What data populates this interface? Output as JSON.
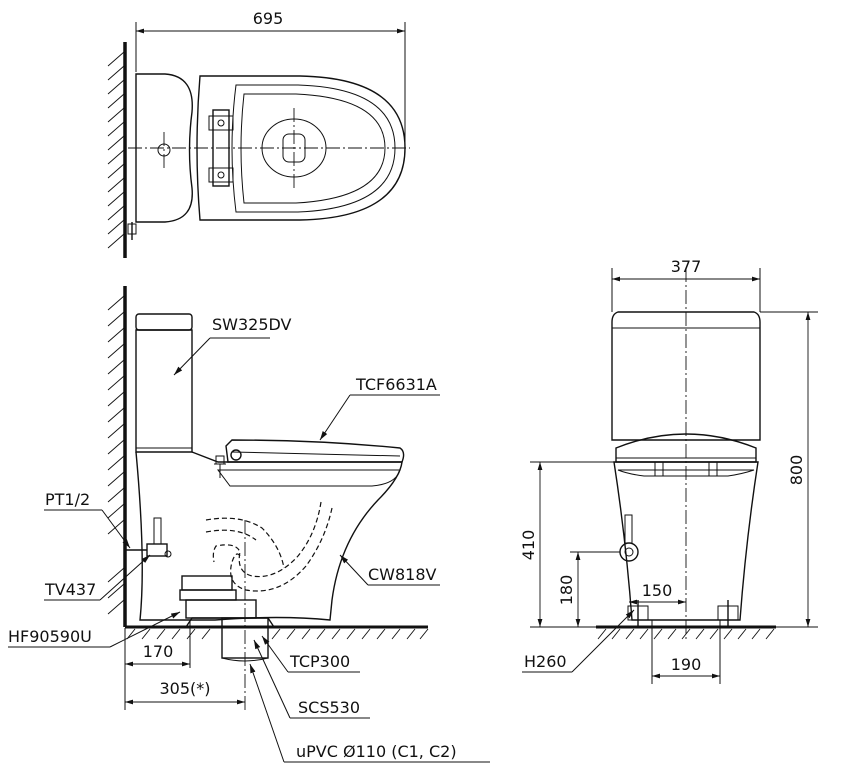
{
  "top_view": {
    "dim_length": "695"
  },
  "side_view": {
    "labels": {
      "tank": "SW325DV",
      "seat": "TCF6631A",
      "inlet": "PT1/2",
      "valve": "TV437",
      "flange": "HF90590U",
      "bowl": "CW818V",
      "adapter": "TCP300",
      "seal": "SCS530",
      "pipe": "uPVC Ø110 (C1, C2)"
    },
    "dims": {
      "rough_in": "170",
      "outlet": "305(*)"
    }
  },
  "front_view": {
    "labels": {
      "bolt": "H260"
    },
    "dims": {
      "width": "377",
      "height": "800",
      "seat_height": "410",
      "inlet_height": "180",
      "inlet_offset": "150",
      "bolt_spacing": "190"
    }
  }
}
